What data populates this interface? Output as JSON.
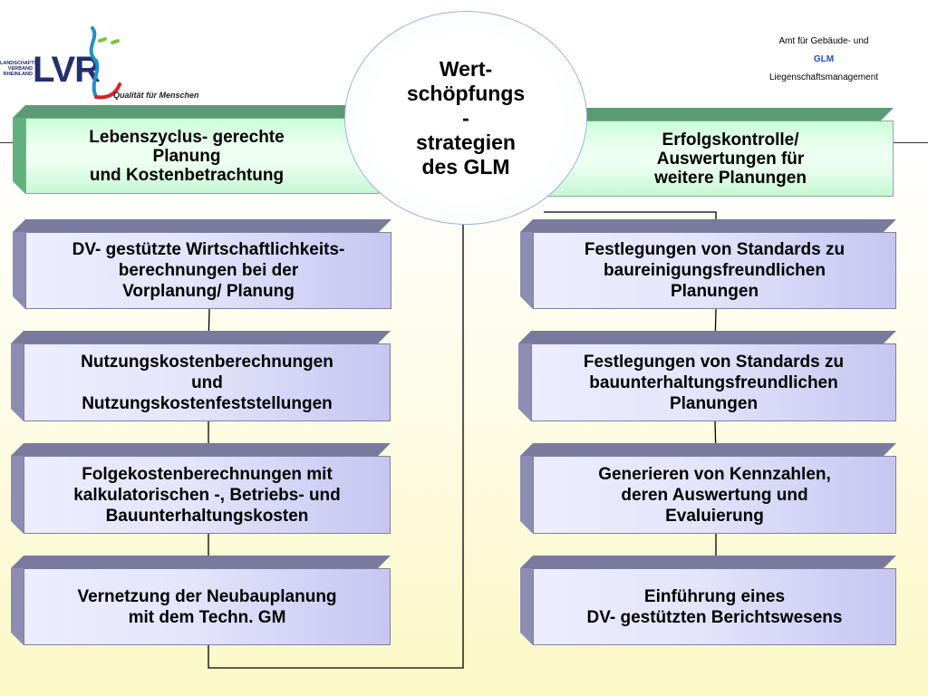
{
  "logo": {
    "wordmark": "LVR",
    "side_text": [
      "LANDSCHAFTS",
      "VERBAND",
      "RHEINLAND"
    ],
    "tagline": "Qualität für Menschen",
    "colors": {
      "wordmark": "#22306e",
      "river": "#1e8fd0",
      "accent_red": "#d8232a",
      "accent_green": "#7cc242"
    }
  },
  "header": {
    "line1": "Amt für Gebäude- und",
    "line2": "GLM",
    "line3": "Liegenschaftsmanagement"
  },
  "center": {
    "lines": [
      "Wert-",
      "schöpfungs",
      "-",
      "strategien",
      "des GLM"
    ]
  },
  "top_left": {
    "lines": [
      "Lebenszyclus- gerechte",
      "Planung",
      "und Kostenbetrachtung"
    ]
  },
  "top_right": {
    "lines": [
      "Erfolgskontrolle/",
      "Auswertungen für",
      "weitere Planungen"
    ]
  },
  "left_column": [
    {
      "lines": [
        "DV- gestützte Wirtschaftlichkeits-",
        "berechnungen bei der",
        "Vorplanung/ Planung"
      ]
    },
    {
      "lines": [
        "Nutzungskostenberechnungen",
        "und",
        "Nutzungskostenfeststellungen"
      ]
    },
    {
      "lines": [
        "Folgekostenberechnungen mit",
        "kalkulatorischen -, Betriebs- und",
        "Bauunterhaltungskosten"
      ]
    },
    {
      "lines": [
        "Vernetzung der Neubauplanung",
        "mit dem Techn. GM"
      ]
    }
  ],
  "right_column": [
    {
      "lines": [
        "Festlegungen von Standards zu",
        "baureinigungsfreundlichen",
        "Planungen"
      ]
    },
    {
      "lines": [
        "Festlegungen von Standards zu",
        "bauunterhaltungsfreundlichen",
        "Planungen"
      ]
    },
    {
      "lines": [
        "Generieren von Kennzahlen,",
        "deren Auswertung und",
        "Evaluierung"
      ]
    },
    {
      "lines": [
        "Einführung eines",
        "DV- gestützten Berichtswesens"
      ]
    }
  ]
}
